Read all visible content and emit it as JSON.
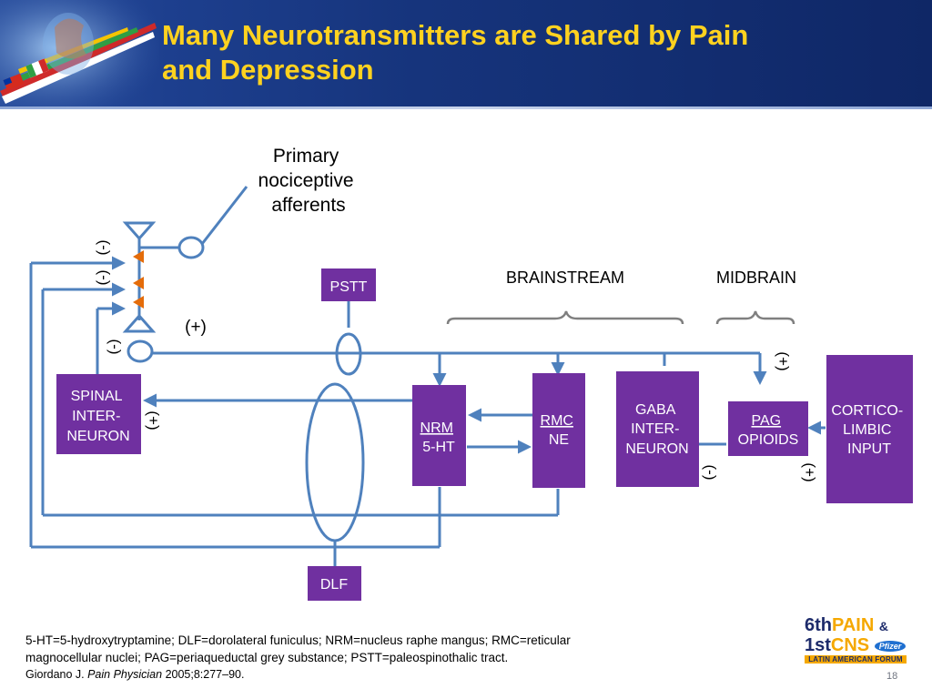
{
  "slide": {
    "title_line1": "Many Neurotransmitters are Shared by Pain",
    "title_line2": "and Depression",
    "number": "18"
  },
  "diagram": {
    "labels": {
      "primary_afferents": [
        "Primary",
        "nociceptive",
        "afferents"
      ],
      "brainstream": "BRAINSTREAM",
      "midbrain": "MIDBRAIN"
    },
    "boxes": {
      "pstt": [
        "PSTT"
      ],
      "spinal_interneuron": [
        "SPINAL",
        "INTER-",
        "NEURON"
      ],
      "nrm": [
        "NRM",
        "5-HT"
      ],
      "rmc": [
        "RMC",
        "NE"
      ],
      "gaba_interneuron": [
        "GABA",
        "INTER-",
        "NEURON"
      ],
      "pag": [
        "PAG",
        "OPIOIDS"
      ],
      "cortico_limbic": [
        "CORTICO-",
        "LIMBIC",
        "INPUT"
      ],
      "dlf": [
        "DLF"
      ]
    },
    "signs": {
      "minus_top": "(-)",
      "minus_second": "(-)",
      "minus_third": "(-)",
      "plus_center": "(+)",
      "plus_spinal": "(+)",
      "plus_pag_top": "(+)",
      "minus_gaba": "(-)",
      "plus_cortico": "(+)"
    },
    "colors": {
      "box": "#7030a0",
      "line": "#4f81bd",
      "synapse": "#e46c0a"
    }
  },
  "footer": {
    "abbrev_line1": "5-HT=5-hydroxytryptamine; DLF=dorolateral funiculus; NRM=nucleus raphe mangus; RMC=reticular",
    "abbrev_line2": "magnocellular nuclei; PAG=periaqueductal grey substance; PSTT=paleospinothalic tract.",
    "cite_author": "Giordano J. ",
    "cite_journal": "Pain Physician",
    "cite_rest": " 2005;8:277–90."
  },
  "logo": {
    "line1_a": "6th",
    "line1_b": "PAIN",
    "line1_c": "&",
    "line2_a": "1st",
    "line2_b": "CNS",
    "line2_c": "Pfizer",
    "line3": "LATIN AMERICAN FORUM"
  }
}
